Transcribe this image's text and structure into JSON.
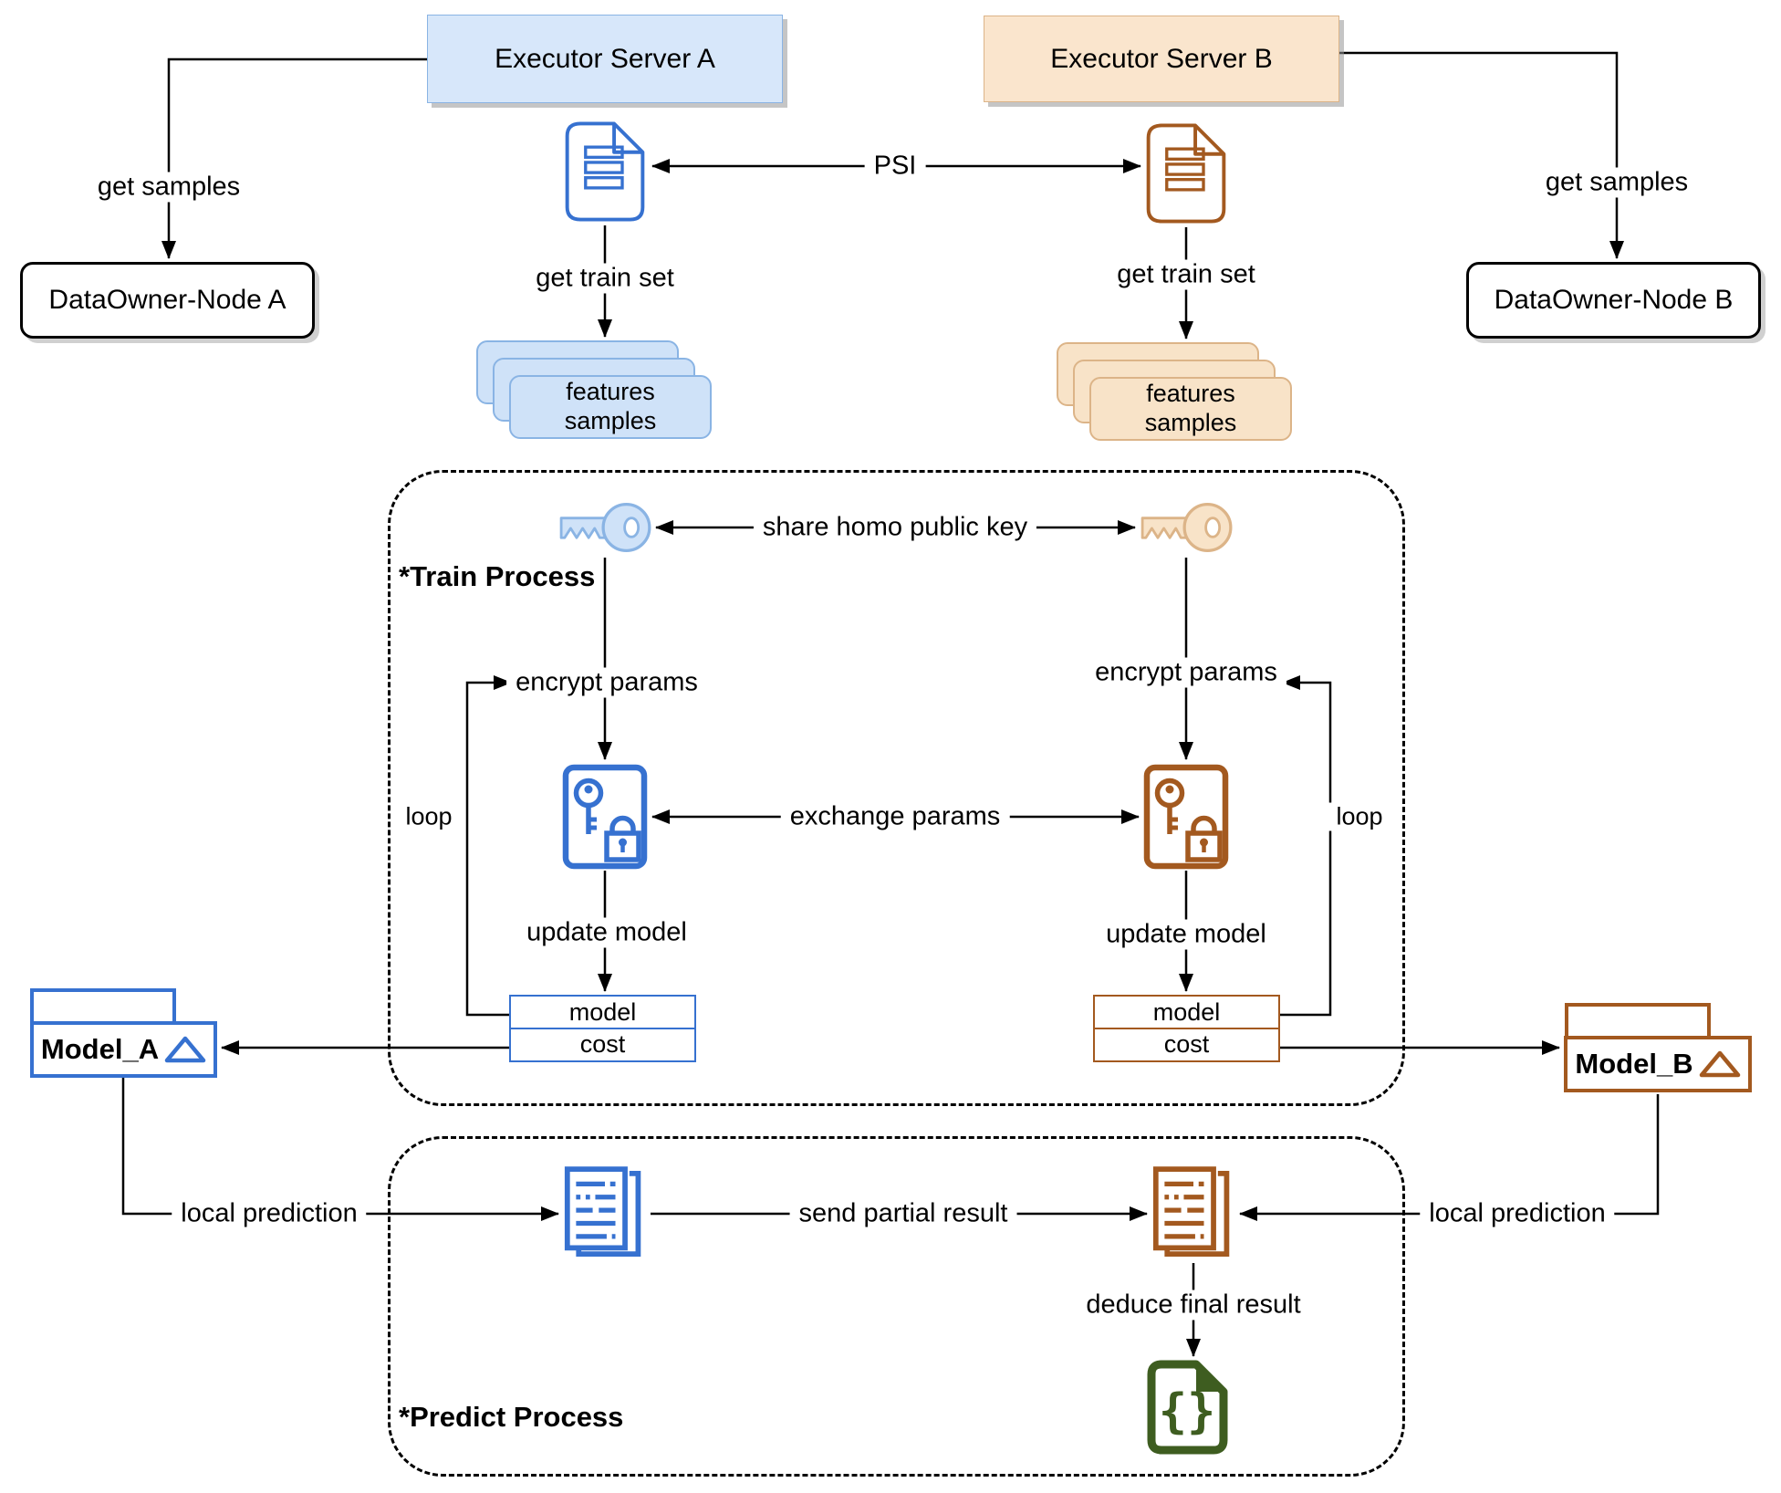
{
  "diagram": {
    "executor_a": "Executor Server A",
    "executor_b": "Executor Server B",
    "dataowner_a": "DataOwner-Node A",
    "dataowner_b": "DataOwner-Node B",
    "get_samples": "get samples",
    "psi": "PSI",
    "get_train_set": "get train set",
    "features_line1": "features",
    "features_line2": "samples",
    "train_process_title": "*Train Process",
    "share_homo_public_key": "share homo public key",
    "encrypt_params": "encrypt params",
    "exchange_params": "exchange params",
    "loop": "loop",
    "update_model": "update model",
    "model_row": "model",
    "cost_row": "cost",
    "model_a": "Model_A",
    "model_b": "Model_B",
    "local_prediction": "local prediction",
    "send_partial_result": "send partial result",
    "deduce_final_result": "deduce final result",
    "predict_process_title": "*Predict Process",
    "result_braces": "{}"
  },
  "icons": {
    "document_a": "document-icon",
    "document_b": "document-icon",
    "key_a": "key-icon",
    "key_b": "key-icon",
    "lock_a": "encrypted-params-icon",
    "lock_b": "encrypted-params-icon",
    "report_a": "partial-result-document-icon",
    "report_b": "partial-result-document-icon",
    "result": "json-result-document-icon",
    "triangle_a": "model-triangle-icon",
    "triangle_b": "model-triangle-icon"
  },
  "colors": {
    "blue": "#3671d0",
    "blue_fill": "#d7e7fa",
    "blue_stack_fill": "#cfe2f8",
    "blue_stroke_light": "#8ab4e4",
    "brown": "#a3591f",
    "orange_fill": "#fae5cd",
    "orange_stack_fill": "#f8e3c8",
    "orange_stroke_light": "#dcb488",
    "green": "#3e5d20",
    "line": "#000000"
  }
}
